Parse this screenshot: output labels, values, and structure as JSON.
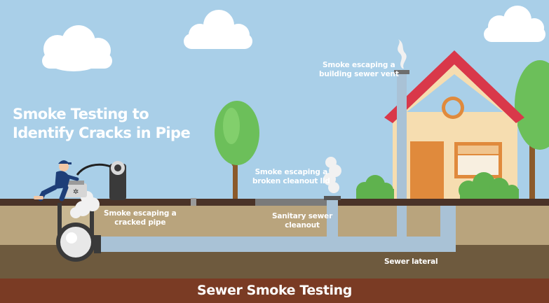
{
  "title_lines": [
    "Smoke Testing to",
    "Identify Cracks in Pipe"
  ],
  "labels": {
    "vent": [
      "Smoke escaping a",
      "building sewer vent"
    ],
    "cleanout_lid": [
      "Smoke escaping a",
      "broken cleanout lid"
    ],
    "cracked_pipe": [
      "Smoke escaping a",
      "cracked pipe"
    ],
    "cleanout": [
      "Sanitary sewer",
      "cleanout"
    ],
    "lateral": "Sewer lateral"
  },
  "footer": "Sewer Smoke Testing",
  "colors": {
    "sky": "#a9cfe8",
    "ground_strip": "#4a3328",
    "soil": "#b9a47d",
    "deep_soil": "#6e5a3e",
    "footer_band": "#7a3b24",
    "pipe": "#a9c2d6",
    "roof": "#d9384a",
    "house_wall": "#f6ddb0",
    "door": "#e08a3c",
    "tree": "#6cbf5a",
    "trunk": "#8b5a2b",
    "worker": "#1e3e78"
  },
  "icons": [
    "cloud",
    "tree",
    "house",
    "chimney-vent",
    "smoke",
    "worker",
    "smoke-blower",
    "cleanout",
    "manhole",
    "bush"
  ]
}
